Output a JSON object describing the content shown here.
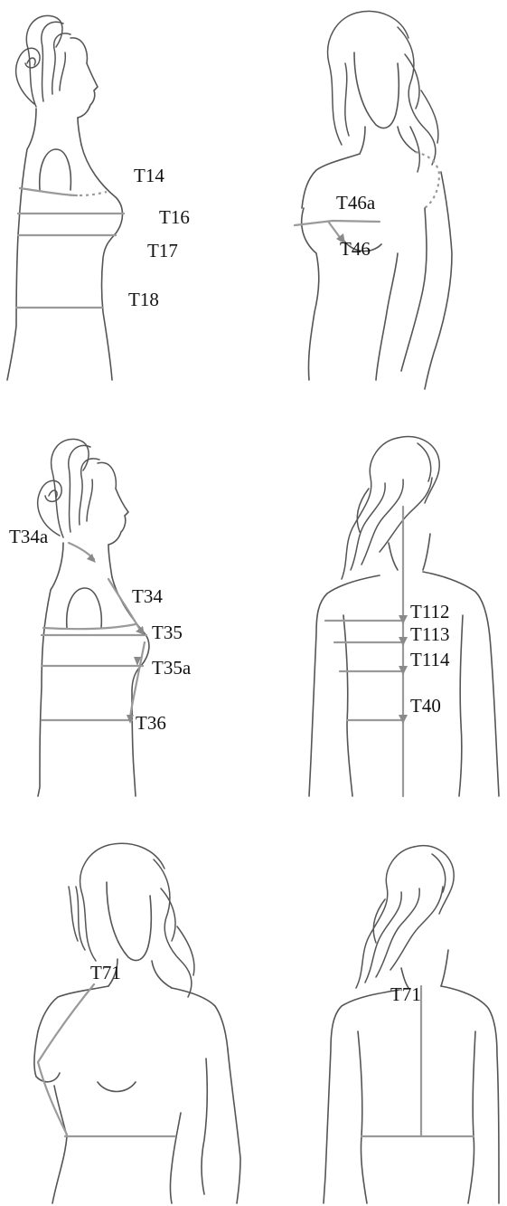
{
  "figures": [
    {
      "id": "fig1-side-bust",
      "labels": [
        "T14",
        "T16",
        "T17",
        "T18"
      ]
    },
    {
      "id": "fig2-front-bust",
      "labels": [
        "T46a",
        "T46"
      ]
    },
    {
      "id": "fig3-side-lengths",
      "labels": [
        "T34a",
        "T34",
        "T35",
        "T35a",
        "T36"
      ]
    },
    {
      "id": "fig4-back-lengths",
      "labels": [
        "T112",
        "T113",
        "T114",
        "T40"
      ]
    },
    {
      "id": "fig5-front-shoulder",
      "labels": [
        "T71"
      ]
    },
    {
      "id": "fig6-back-shoulder",
      "labels": [
        "T71"
      ]
    }
  ],
  "colors": {
    "outline": "#555555",
    "measurement_line": "#9a9a9a",
    "label_text": "#111111"
  }
}
